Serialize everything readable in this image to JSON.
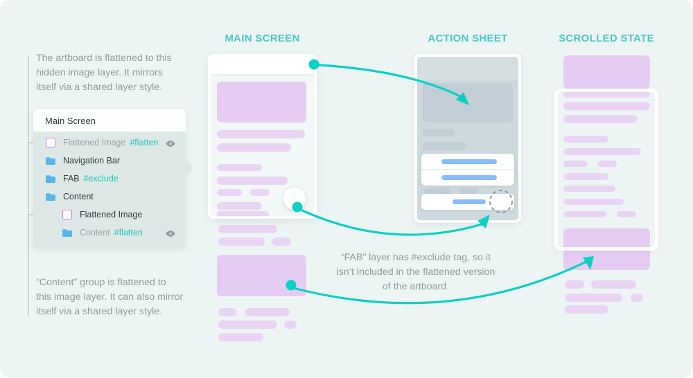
{
  "colors": {
    "page_bg": "#edf5f4",
    "accent": "#0cd0c4",
    "title_teal": "#4ac7c9",
    "tag_teal": "#1fc3b7",
    "lavender": "#e9d4f4",
    "lavender_deep": "#e5ccf2",
    "panel_bg": "#dde8e7",
    "panel_header_bg": "#fdfefe",
    "folder_blue": "#58b5e9",
    "pink": "#e273e9",
    "overlay_bg": "#cdd9dd",
    "overlay_nav": "#d5dfe2",
    "overlay_el": "#c2ced6",
    "blue_bar": "#8cbcf8",
    "card_divider": "#e2f2f1",
    "text_gray": "#8f9c9c",
    "text_dark": "#2e3c3c",
    "muted_label": "#97a4a4",
    "line_gray": "#c9d6d6",
    "eye_gray": "#8d9ba1",
    "screen_bg": "#f1f8f7"
  },
  "annotations": {
    "artboard_note": {
      "lines": [
        "The artboard is flattened to this",
        "hidden image layer. It mirrors",
        "itself via a shared layer style."
      ]
    },
    "content_note": {
      "lines": [
        "“Content” group is flattened to",
        "this image layer. It can also mirror",
        "itself via a shared layer style."
      ]
    },
    "fab_note": {
      "lines": [
        "“FAB” layer has #exclude tag, so it",
        "isn’t included in the flattened version",
        "of the artboard."
      ]
    }
  },
  "layers_panel": {
    "title": "Main Screen",
    "rows": [
      {
        "icon": "image",
        "label": "Flattened Image",
        "tag": "#flatten",
        "muted": true,
        "eye": true,
        "indent": 0
      },
      {
        "icon": "folder",
        "label": "Navigation Bar",
        "tag": "",
        "muted": false,
        "eye": false,
        "indent": 0
      },
      {
        "icon": "folder",
        "label": "FAB",
        "tag": "#exclude",
        "muted": false,
        "eye": false,
        "indent": 0
      },
      {
        "icon": "folder",
        "label": "Content",
        "tag": "",
        "muted": false,
        "eye": false,
        "indent": 0
      },
      {
        "icon": "image",
        "label": "Flattened Image",
        "tag": "",
        "muted": false,
        "eye": false,
        "indent": 1
      },
      {
        "icon": "folder",
        "label": "Content",
        "tag": "#flatten",
        "muted": true,
        "eye": true,
        "indent": 1
      }
    ]
  },
  "artboard_titles": {
    "main": "MAIN SCREEN",
    "action": "ACTION SHEET",
    "scrolled": "SCROLLED STATE"
  }
}
